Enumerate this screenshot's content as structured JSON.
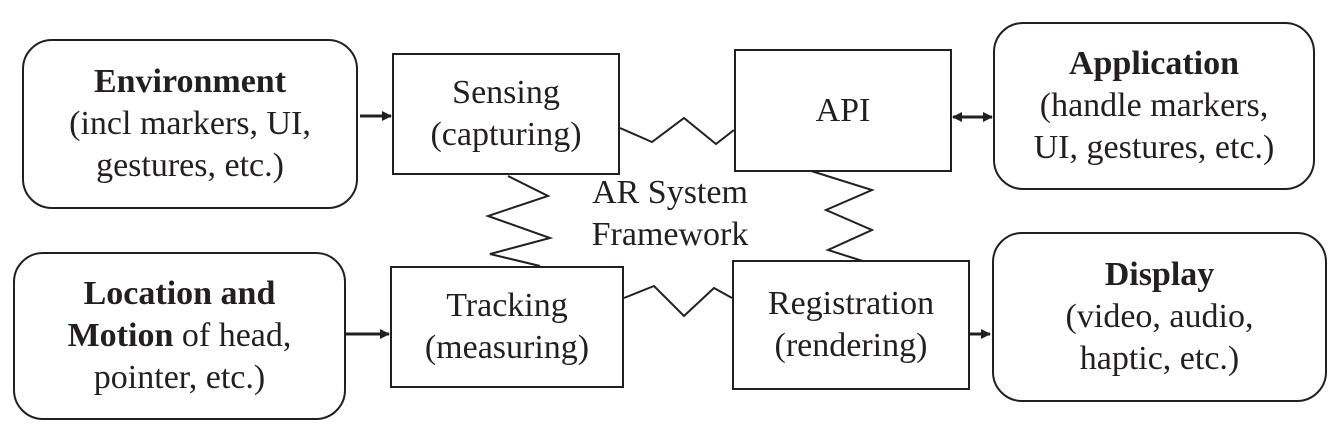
{
  "center_label": [
    "AR System",
    "Framework"
  ],
  "external": {
    "environment": {
      "title": "Environment",
      "lines": [
        "(incl markers, UI,",
        "gestures, etc.)"
      ]
    },
    "location_motion": {
      "title_1": "Location and",
      "title_2": "Motion",
      "rest_2": " of head,",
      "line_3": "pointer, etc.)"
    },
    "application": {
      "title": "Application",
      "lines": [
        "(handle markers,",
        "UI, gestures, etc.)"
      ]
    },
    "display": {
      "title": "Display",
      "lines": [
        "(video, audio,",
        "haptic, etc.)"
      ]
    }
  },
  "components": {
    "sensing": [
      "Sensing",
      "(capturing)"
    ],
    "api": [
      "API"
    ],
    "tracking": [
      "Tracking",
      "(measuring)"
    ],
    "registration": [
      "Registration",
      "(rendering)"
    ]
  },
  "colors": {
    "stroke": "#231f20",
    "background": "#ffffff"
  }
}
